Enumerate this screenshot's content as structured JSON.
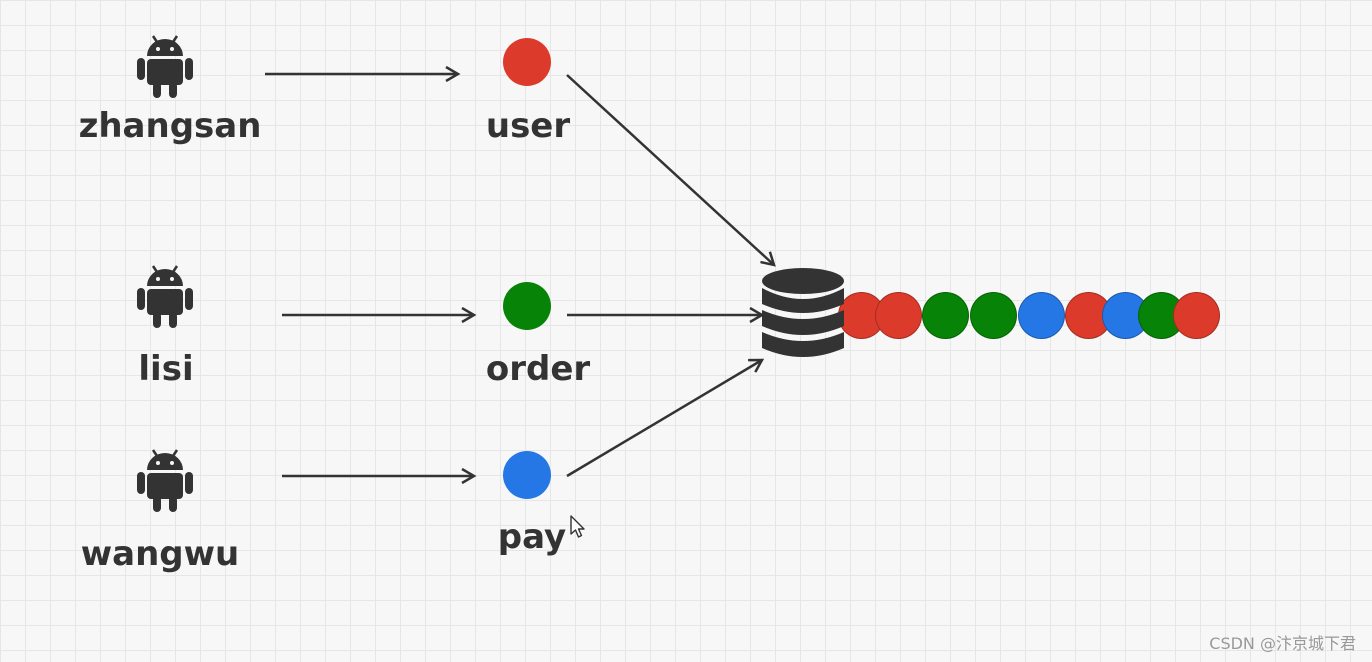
{
  "colors": {
    "user": "#dc3b2b",
    "order": "#078307",
    "pay": "#2577e6",
    "ink": "#333333"
  },
  "clients": [
    {
      "name": "zhangsan",
      "icon": "android-icon"
    },
    {
      "name": "lisi",
      "icon": "android-icon"
    },
    {
      "name": "wangwu",
      "icon": "android-icon"
    }
  ],
  "topics": [
    {
      "name": "user",
      "color": "user"
    },
    {
      "name": "order",
      "color": "order"
    },
    {
      "name": "pay",
      "color": "pay"
    }
  ],
  "queue": [
    "user",
    "user",
    "order",
    "order",
    "pay",
    "user",
    "pay",
    "order",
    "user"
  ],
  "database_icon": "database-icon",
  "watermark": "CSDN @汴京城下君"
}
